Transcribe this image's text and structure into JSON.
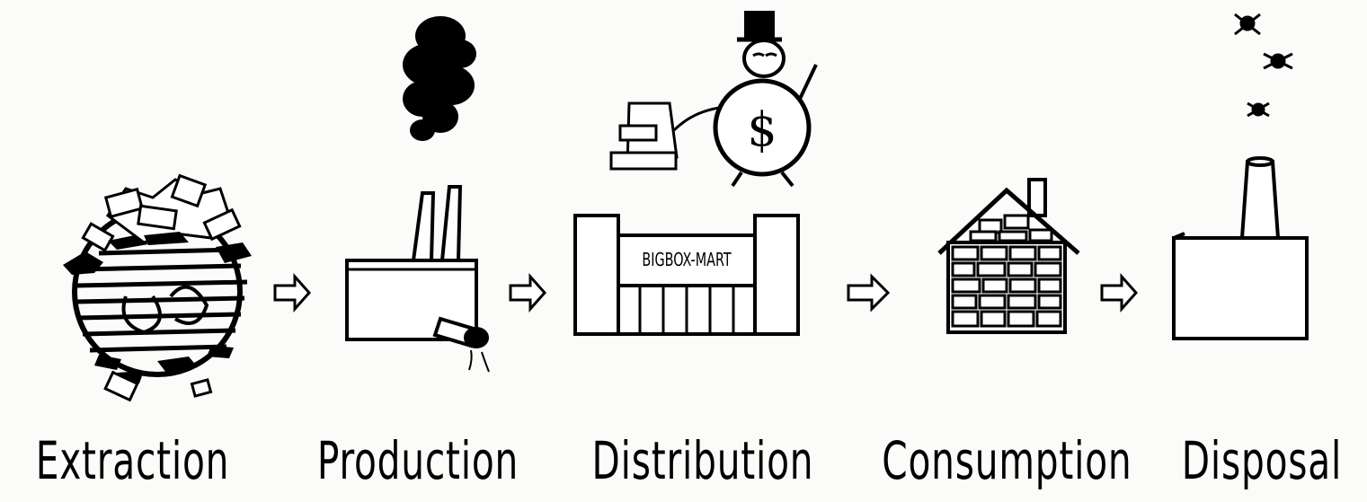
{
  "stages": [
    {
      "id": "extraction",
      "label": "Extraction"
    },
    {
      "id": "production",
      "label": "Production"
    },
    {
      "id": "distribution",
      "label": "Distribution"
    },
    {
      "id": "consumption",
      "label": "Consumption"
    },
    {
      "id": "disposal",
      "label": "Disposal"
    }
  ],
  "store_sign": "BIGBOX-MART",
  "money_symbol": "$",
  "icons": [
    "globe-icon",
    "factory-icon",
    "smoke-cloud-icon",
    "store-icon",
    "money-man-icon",
    "cash-register-icon",
    "house-icon",
    "incinerator-icon",
    "skull-crossbones-icon",
    "arrow-right-icon"
  ],
  "colors": {
    "ink": "#000000",
    "paper": "#fbfbf9"
  }
}
